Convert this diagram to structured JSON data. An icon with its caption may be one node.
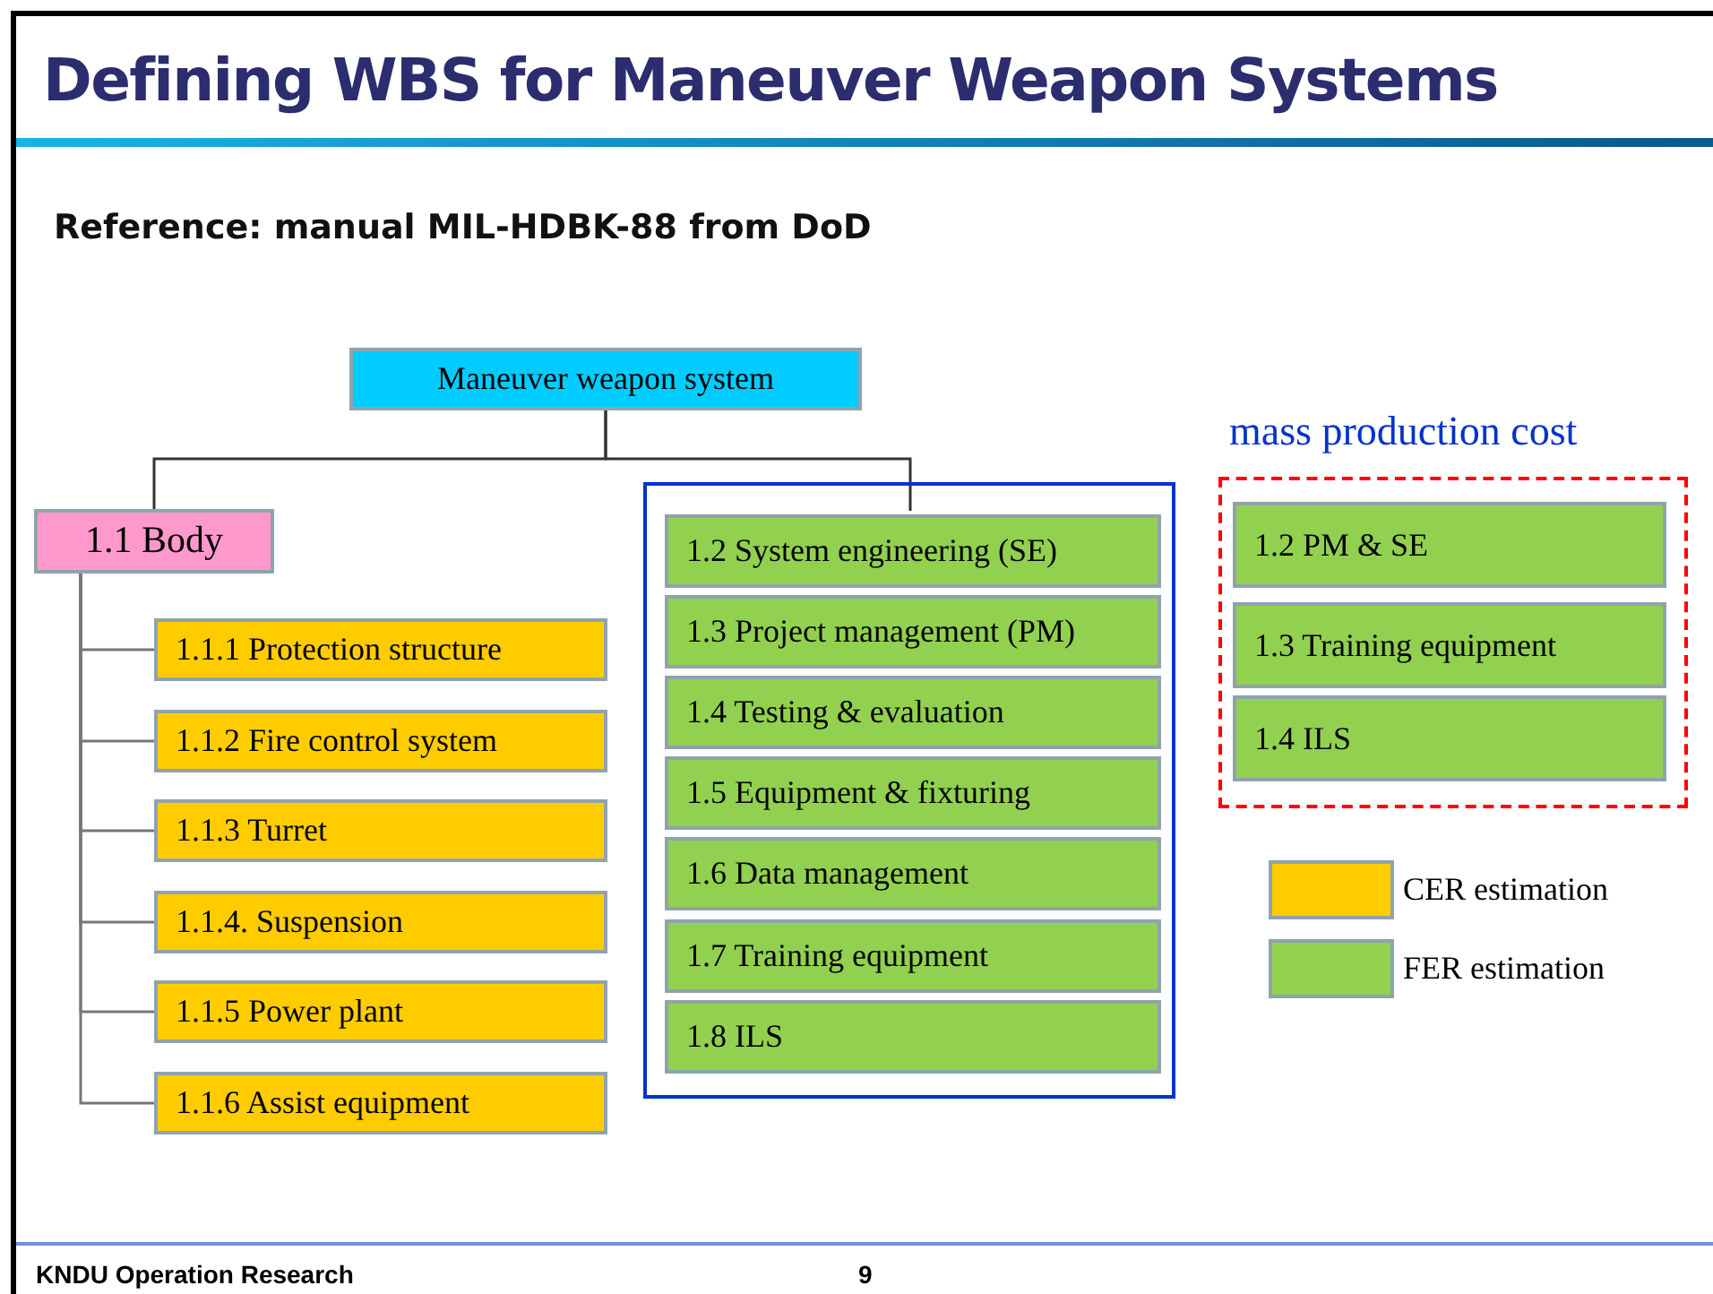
{
  "diagram": {
    "title": "Defining WBS for Maneuver Weapon Systems",
    "nodes": [
      {
        "text": [
          "Maneuver weapon system"
        ]
      },
      {
        "text": [
          "1.1 Body"
        ]
      },
      {
        "text": [
          "1.1.1 Protection structure"
        ]
      },
      {
        "text": [
          "1.1.2 Fire control system"
        ]
      },
      {
        "text": [
          "1.1.3 Turret"
        ]
      },
      {
        "text": [
          "1.1.4. Suspension"
        ]
      },
      {
        "text": [
          "1.1.5 Power plant"
        ]
      },
      {
        "text": [
          "1.1.6 Assist equipment"
        ]
      },
      {
        "text": [],
        "shape": "box"
      },
      {
        "text": [
          "1.2 System engineering (SE)"
        ],
        "in": 8
      },
      {
        "text": [
          "1.3 Project management (PM)"
        ],
        "in": 8
      },
      {
        "text": [
          "1.4 Testing & evaluation"
        ],
        "in": 8
      },
      {
        "text": [
          "1.5 Equipment & fixturing"
        ],
        "in": 8
      },
      {
        "text": [
          "1.6 Data management"
        ],
        "in": 8
      },
      {
        "text": [
          "1.7 Training equipment"
        ],
        "in": 8
      },
      {
        "text": [
          "1.8 ILS"
        ],
        "in": 8
      },
      {
        "text": [
          "mass production cost"
        ]
      },
      {
        "text": [
          "1.2 PM & SE"
        ],
        "in": 16
      },
      {
        "text": [
          "1.3 Training equipment"
        ],
        "in": 16
      },
      {
        "text": [
          "1.4 ILS"
        ],
        "in": 16
      }
    ],
    "edges": [
      {
        "from": 0,
        "to": 1,
        "arrow": "none"
      },
      {
        "from": 0,
        "to": 9,
        "arrow": "none"
      },
      {
        "from": 1,
        "to": 2,
        "arrow": "none"
      },
      {
        "from": 1,
        "to": 3,
        "arrow": "none"
      },
      {
        "from": 1,
        "to": 4,
        "arrow": "none"
      },
      {
        "from": 1,
        "to": 5,
        "arrow": "none"
      },
      {
        "from": 1,
        "to": 6,
        "arrow": "none"
      },
      {
        "from": 1,
        "to": 7,
        "arrow": "none"
      }
    ],
    "labels": [
      "Reference: manual MIL-HDBK-88 from DoD",
      "KNDU Operation Research",
      "9"
    ],
    "legend": [
      {
        "text": "CER estimation",
        "color": "#ffcc00"
      },
      {
        "text": "FER estimation",
        "color": "#92d050"
      }
    ]
  }
}
